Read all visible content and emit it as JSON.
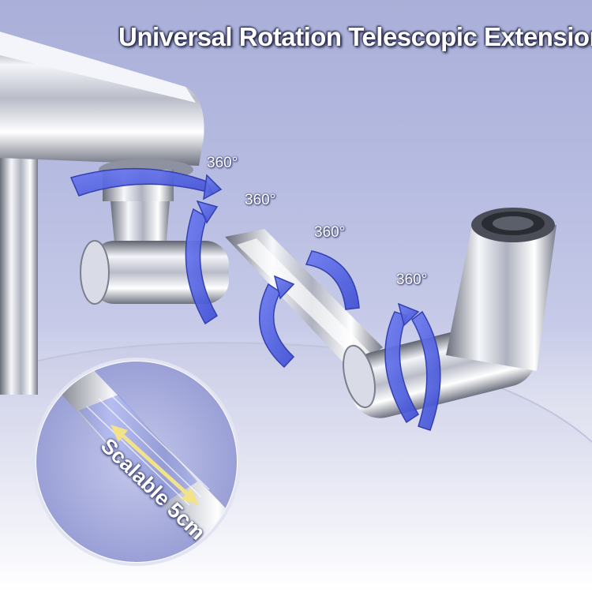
{
  "headline": "Universal Rotation Telescopic Extension",
  "rotation_labels": [
    "360°",
    "360°",
    "360°",
    "360°"
  ],
  "inset": {
    "label": "Scalable 5cm"
  },
  "colors": {
    "arrow_blue": "#4f5fe0",
    "chrome_light": "#f2f3f8",
    "chrome_dark": "#6e7280",
    "highlight_yellow": "#f2e28a"
  }
}
